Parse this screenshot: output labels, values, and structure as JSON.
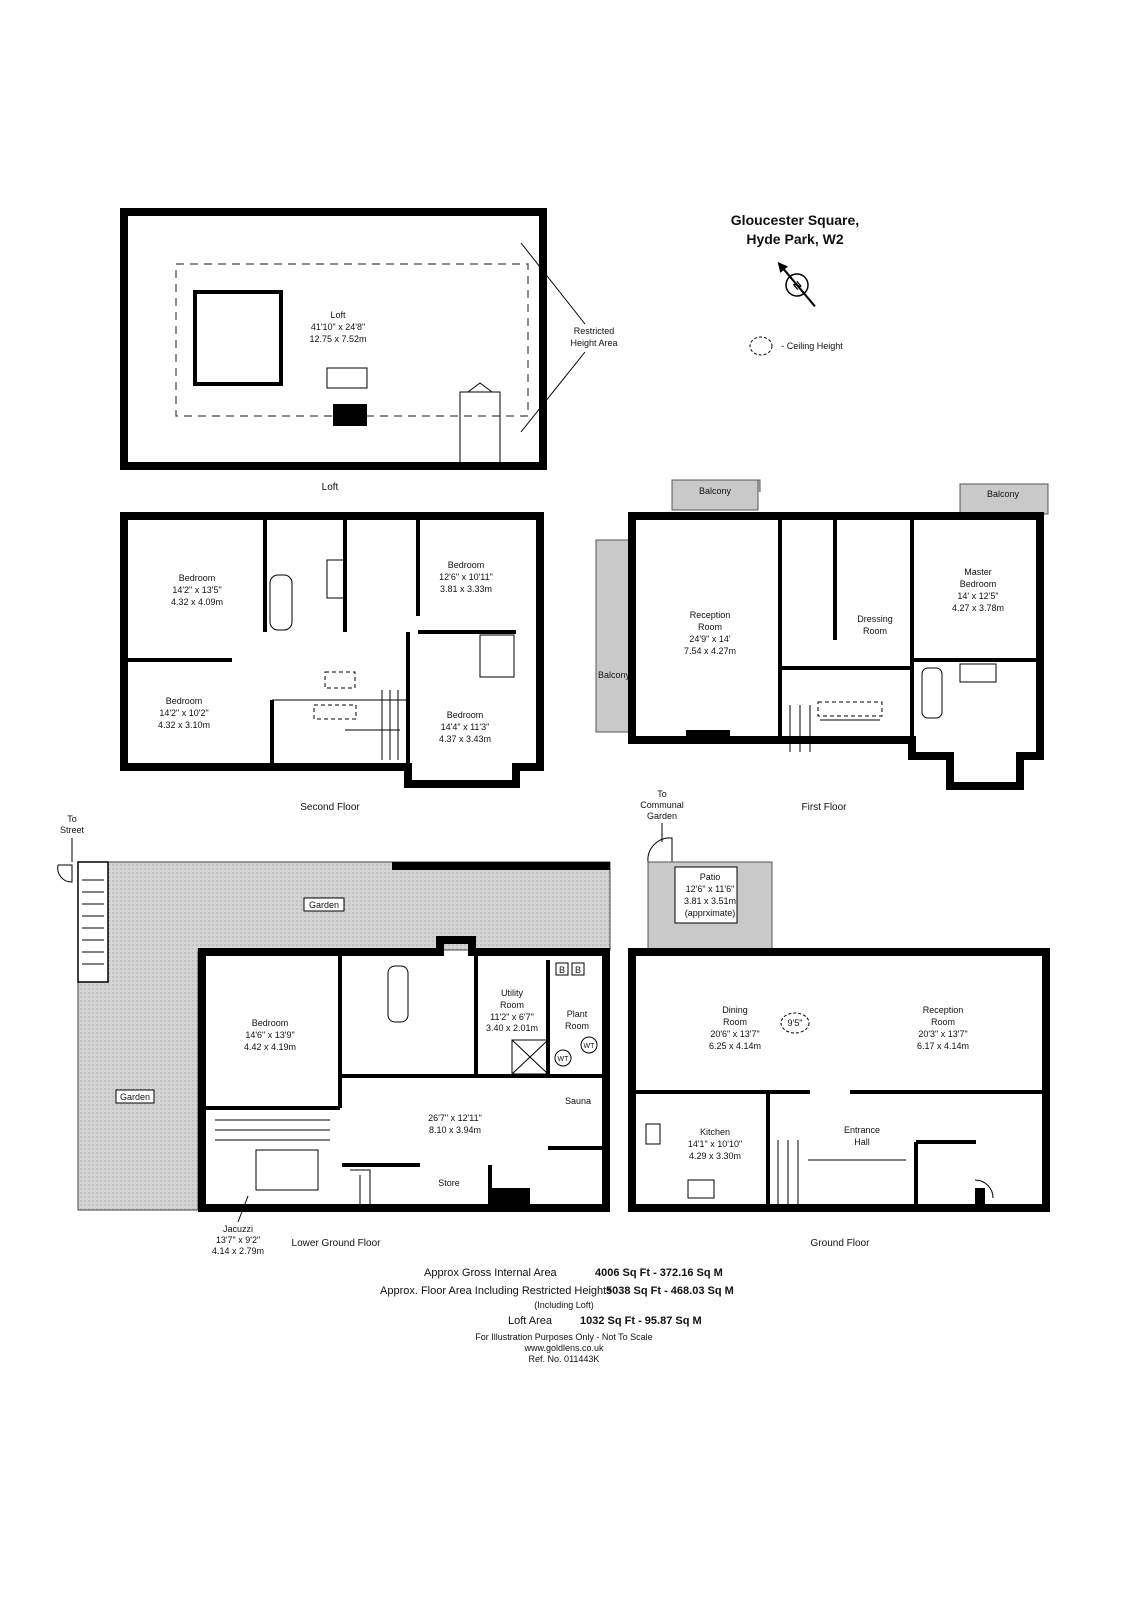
{
  "title": {
    "line1": "Gloucester Square,",
    "line2": "Hyde Park, W2"
  },
  "legend": {
    "ceiling_symbol": "( )",
    "ceiling_label": "- Ceiling Height"
  },
  "floors": {
    "loft": "Loft",
    "second": "Second Floor",
    "first": "First Floor",
    "lower_ground": "Lower Ground Floor",
    "ground": "Ground Floor"
  },
  "loft": {
    "name": "Loft",
    "imperial": "41'10\" x 24'8\"",
    "metric": "12.75 x 7.52m",
    "restricted_1": "Restricted",
    "restricted_2": "Height Area"
  },
  "second_floor": {
    "bed1": {
      "name": "Bedroom",
      "imperial": "14'2\" x 13'5\"",
      "metric": "4.32 x 4.09m"
    },
    "bed2": {
      "name": "Bedroom",
      "imperial": "12'6\" x 10'11\"",
      "metric": "3.81 x 3.33m"
    },
    "bed3": {
      "name": "Bedroom",
      "imperial": "14'2\" x 10'2\"",
      "metric": "4.32 x 3.10m"
    },
    "bed4": {
      "name": "Bedroom",
      "imperial": "14'4\" x 11'3\"",
      "metric": "4.37 x 3.43m"
    }
  },
  "first_floor": {
    "balcony": "Balcony",
    "reception": {
      "line1": "Reception",
      "line2": "Room",
      "imperial": "24'9\" x 14'",
      "metric": "7.54 x 4.27m"
    },
    "dressing": {
      "line1": "Dressing",
      "line2": "Room"
    },
    "master": {
      "line1": "Master",
      "line2": "Bedroom",
      "imperial": "14' x 12'5\"",
      "metric": "4.27 x 3.78m"
    }
  },
  "lower_ground": {
    "to_street_1": "To",
    "to_street_2": "Street",
    "garden": "Garden",
    "bedroom": {
      "name": "Bedroom",
      "imperial": "14'6\" x 13'9\"",
      "metric": "4.42 x 4.19m"
    },
    "utility": {
      "line1": "Utility",
      "line2": "Room",
      "imperial": "11'2\" x 6'7\"",
      "metric": "3.40 x 2.01m"
    },
    "plant": {
      "line1": "Plant",
      "line2": "Room"
    },
    "wt": "WT",
    "boiler": "B",
    "main": {
      "imperial": "26'7\" x 12'11\"",
      "metric": "8.10 x 3.94m"
    },
    "sauna": "Sauna",
    "store": "Store",
    "jacuzzi": {
      "name": "Jacuzzi",
      "imperial": "13'7\" x 9'2\"",
      "metric": "4.14 x 2.79m"
    }
  },
  "ground": {
    "to_garden_1": "To",
    "to_garden_2": "Communal",
    "to_garden_3": "Garden",
    "patio": {
      "name": "Patio",
      "imperial": "12'6\" x 11'6\"",
      "metric": "3.81 x 3.51m",
      "note": "(apprximate)"
    },
    "dining": {
      "line1": "Dining",
      "line2": "Room",
      "imperial": "20'6\" x 13'7\"",
      "metric": "6.25 x 4.14m"
    },
    "ceiling": "9'5\"",
    "reception": {
      "line1": "Reception",
      "line2": "Room",
      "imperial": "20'3\" x 13'7\"",
      "metric": "6.17 x 4.14m"
    },
    "kitchen": {
      "name": "Kitchen",
      "imperial": "14'1\" x 10'10\"",
      "metric": "4.29 x 3.30m"
    },
    "hall": {
      "line1": "Entrance",
      "line2": "Hall"
    }
  },
  "areas": {
    "gross_label": "Approx Gross Internal Area",
    "gross_value": "4006 Sq Ft  -  372.16 Sq M",
    "restricted_label": "Approx. Floor Area Including Restricted Heights",
    "restricted_value": "5038 Sq Ft  -  468.03 Sq M",
    "including_loft": "(Including Loft)",
    "loft_label": "Loft Area",
    "loft_value": "1032 Sq Ft  -  95.87 Sq M"
  },
  "footer": {
    "disclaimer": "For Illustration Purposes Only - Not To Scale",
    "website": "www.goldlens.co.uk",
    "ref": "Ref. No. 011443K"
  }
}
